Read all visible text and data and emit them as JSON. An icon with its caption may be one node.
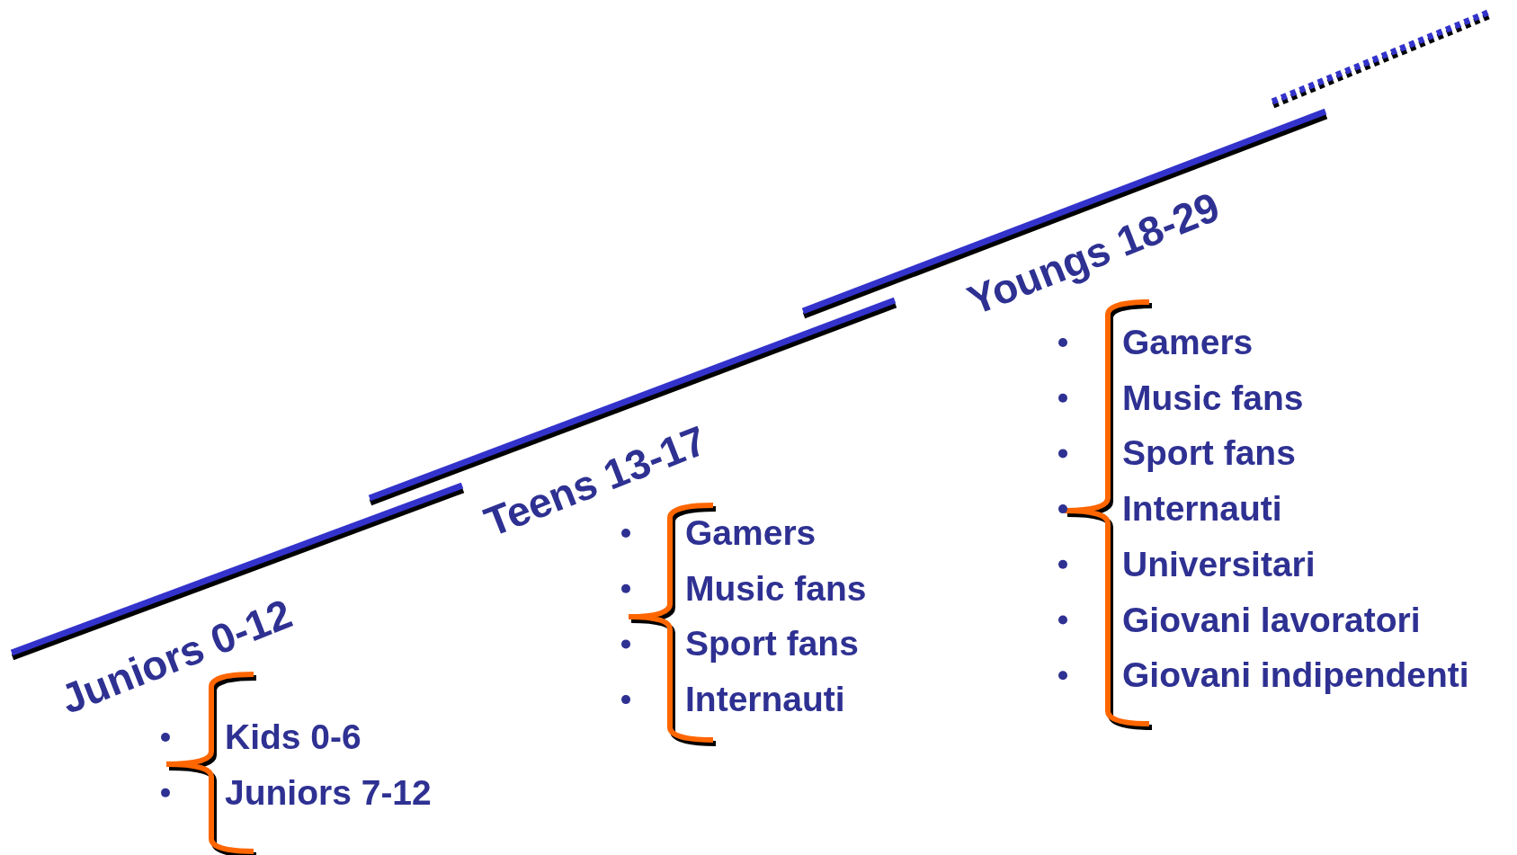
{
  "diagram": {
    "labels": [
      "Juniors 0-12",
      "Kids 0-6",
      "Juniors 7-12",
      "Teens 13-17",
      "Gamers",
      "Music fans",
      "Sport fans",
      "Internauti",
      "Youngs 18-29",
      "Gamers",
      "Music fans",
      "Sport fans",
      "Internauti",
      "Universitari",
      "Giovani lavoratori",
      "Giovani indipendenti"
    ]
  }
}
